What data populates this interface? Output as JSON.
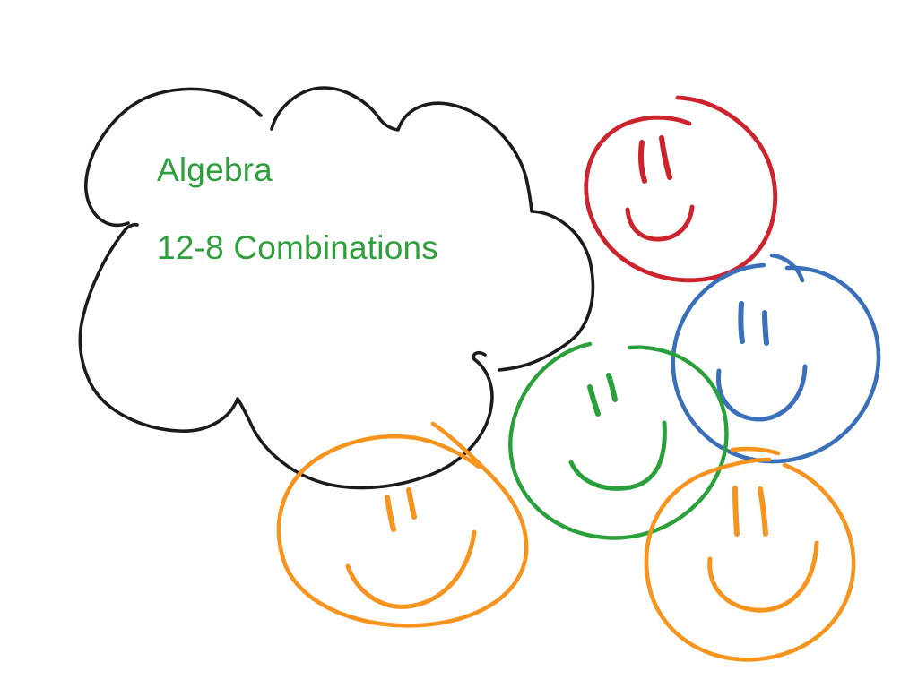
{
  "board": {
    "type": "hand-drawn whiteboard sketch",
    "background": "#ffffff"
  },
  "cloud": {
    "line1": "Algebra",
    "line2": "12-8 Combinations"
  },
  "colors": {
    "ink_black": "#1b1b1b",
    "text_green": "#2f9e3c",
    "red": "#cd232d",
    "blue": "#3a6fba",
    "green": "#2aa03a",
    "orange": "#f7941d"
  },
  "faces": [
    {
      "name": "red-smiley",
      "color": "red"
    },
    {
      "name": "blue-smiley",
      "color": "blue"
    },
    {
      "name": "green-smiley",
      "color": "green"
    },
    {
      "name": "orange-smiley-left",
      "color": "orange"
    },
    {
      "name": "orange-smiley-right",
      "color": "orange"
    }
  ]
}
